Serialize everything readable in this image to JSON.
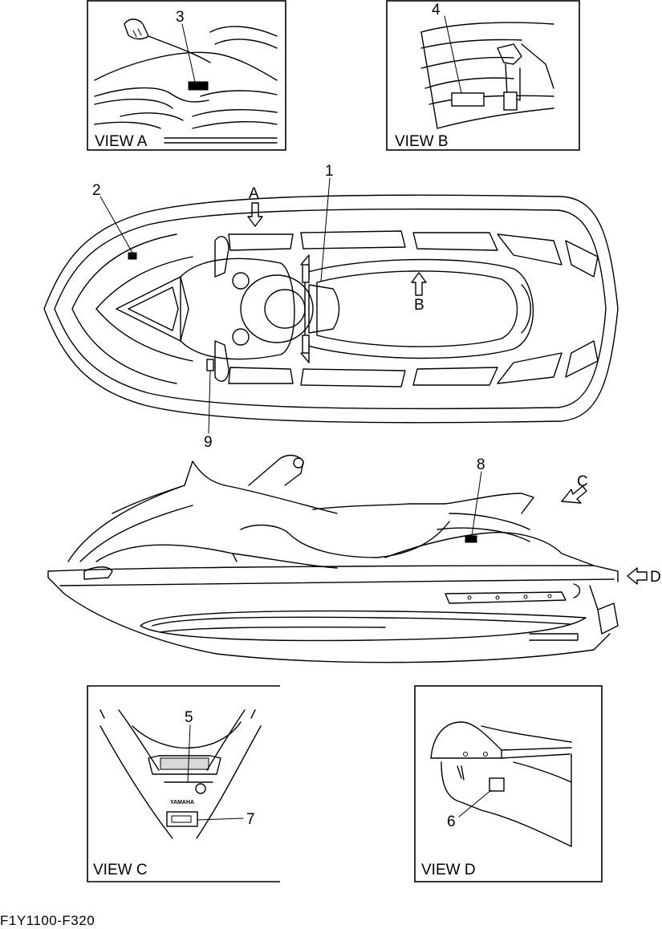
{
  "views": {
    "a": "VIEW A",
    "b": "VIEW B",
    "c": "VIEW C",
    "d": "VIEW D"
  },
  "arrows": {
    "a": "A",
    "b": "B",
    "c": "C",
    "d": "D"
  },
  "callouts": [
    "1",
    "2",
    "3",
    "4",
    "5",
    "6",
    "7",
    "8",
    "9"
  ],
  "badge_text": "YAMAHA",
  "figure_code": "F1Y1100-F320"
}
